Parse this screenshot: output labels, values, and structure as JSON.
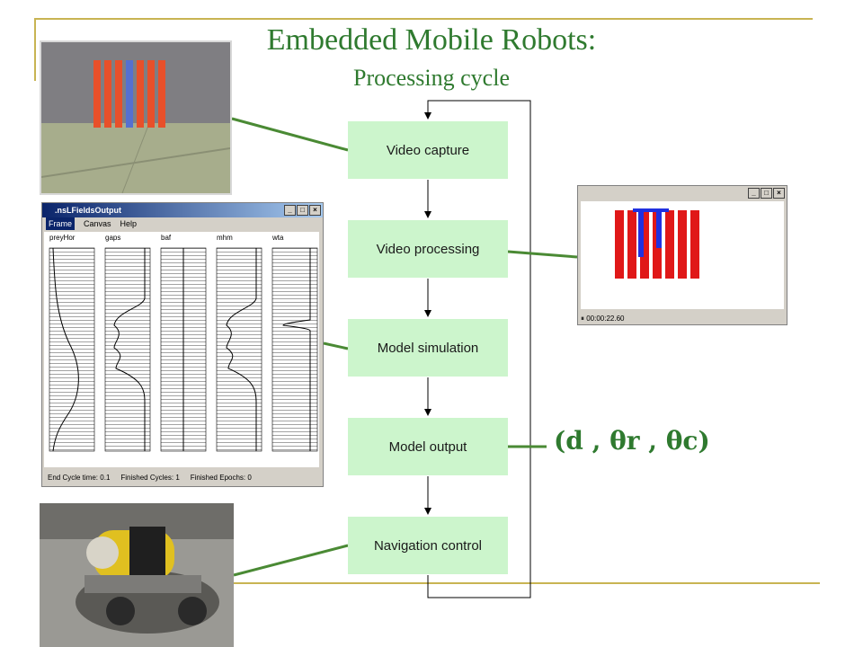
{
  "title": {
    "line1": "Embedded Mobile Robots:",
    "line2": "Processing cycle"
  },
  "pipeline": [
    {
      "label": "Video capture"
    },
    {
      "label": "Video processing"
    },
    {
      "label": "Model simulation"
    },
    {
      "label": "Model output"
    },
    {
      "label": "Navigation control"
    }
  ],
  "output_tuple": {
    "text": "(d , θr , θc)"
  },
  "fields_window": {
    "title": ".nsLFieldsOutput",
    "menu": [
      "Frame",
      "Canvas",
      "Help"
    ],
    "columns": [
      "preyHor",
      "gaps",
      "baf",
      "mhm",
      "wta"
    ],
    "status": {
      "end_cycle_label": "End Cycle time:",
      "end_cycle_value": "0.1",
      "finished_cycles_label": "Finished Cycles:",
      "finished_cycles_value": "1",
      "finished_epochs_label": "Finished Epochs:",
      "finished_epochs_value": "0"
    }
  },
  "video_window": {
    "timestamp": "00:00:22.60"
  },
  "colors": {
    "title": "#2f7a2f",
    "box": "#ccf5cc",
    "frame": "#c8b453",
    "connector": "#4a8a34"
  }
}
